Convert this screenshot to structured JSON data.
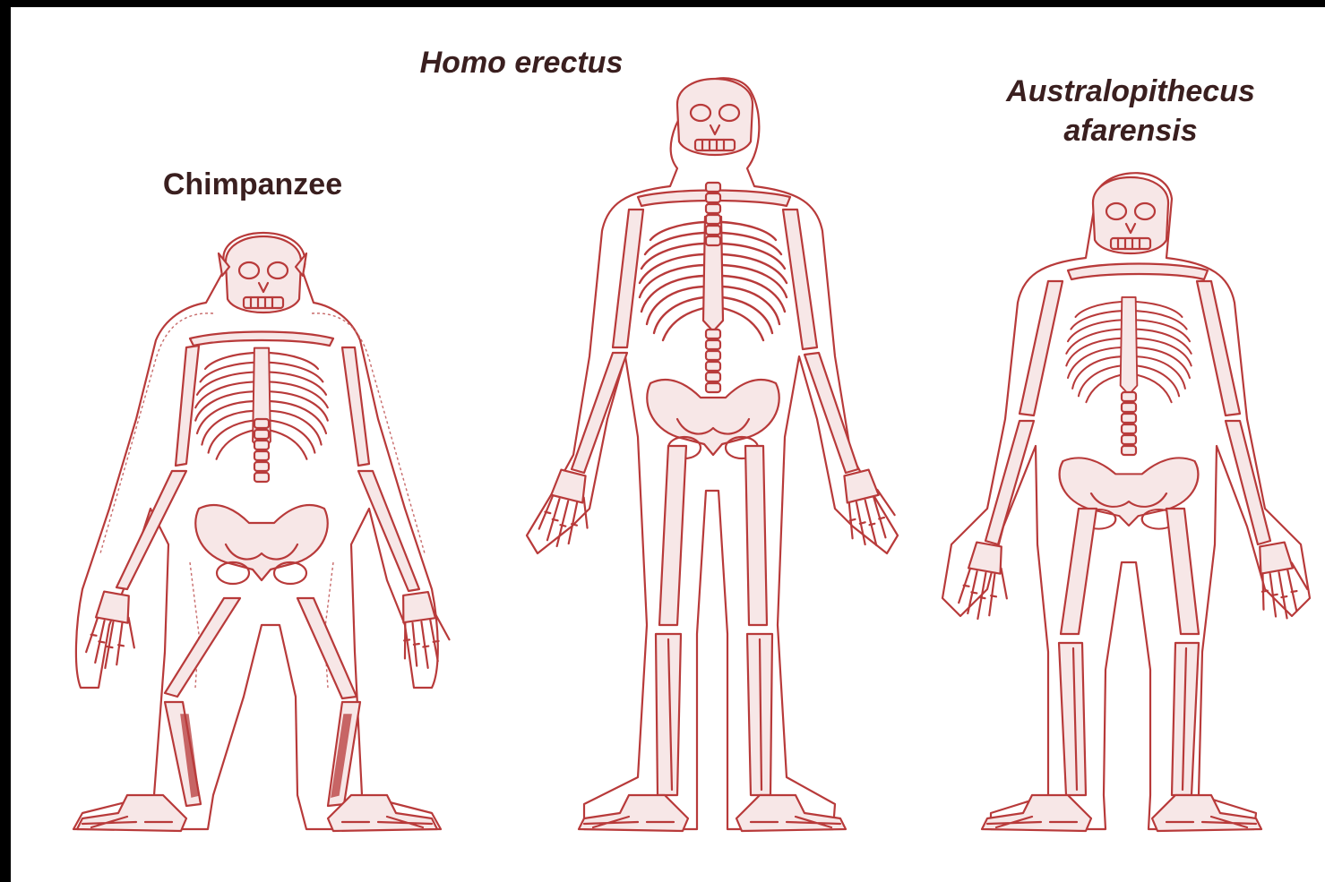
{
  "labels": {
    "chimp": "Chimpanzee",
    "erectus": "Homo erectus",
    "afarensis_line1": "Australopithecus",
    "afarensis_line2": "afarensis"
  },
  "colors": {
    "outline": "#b83a3a",
    "bone_fill": "#f7e7e7",
    "label_text": "#3a1f1f",
    "border": "#000000"
  }
}
